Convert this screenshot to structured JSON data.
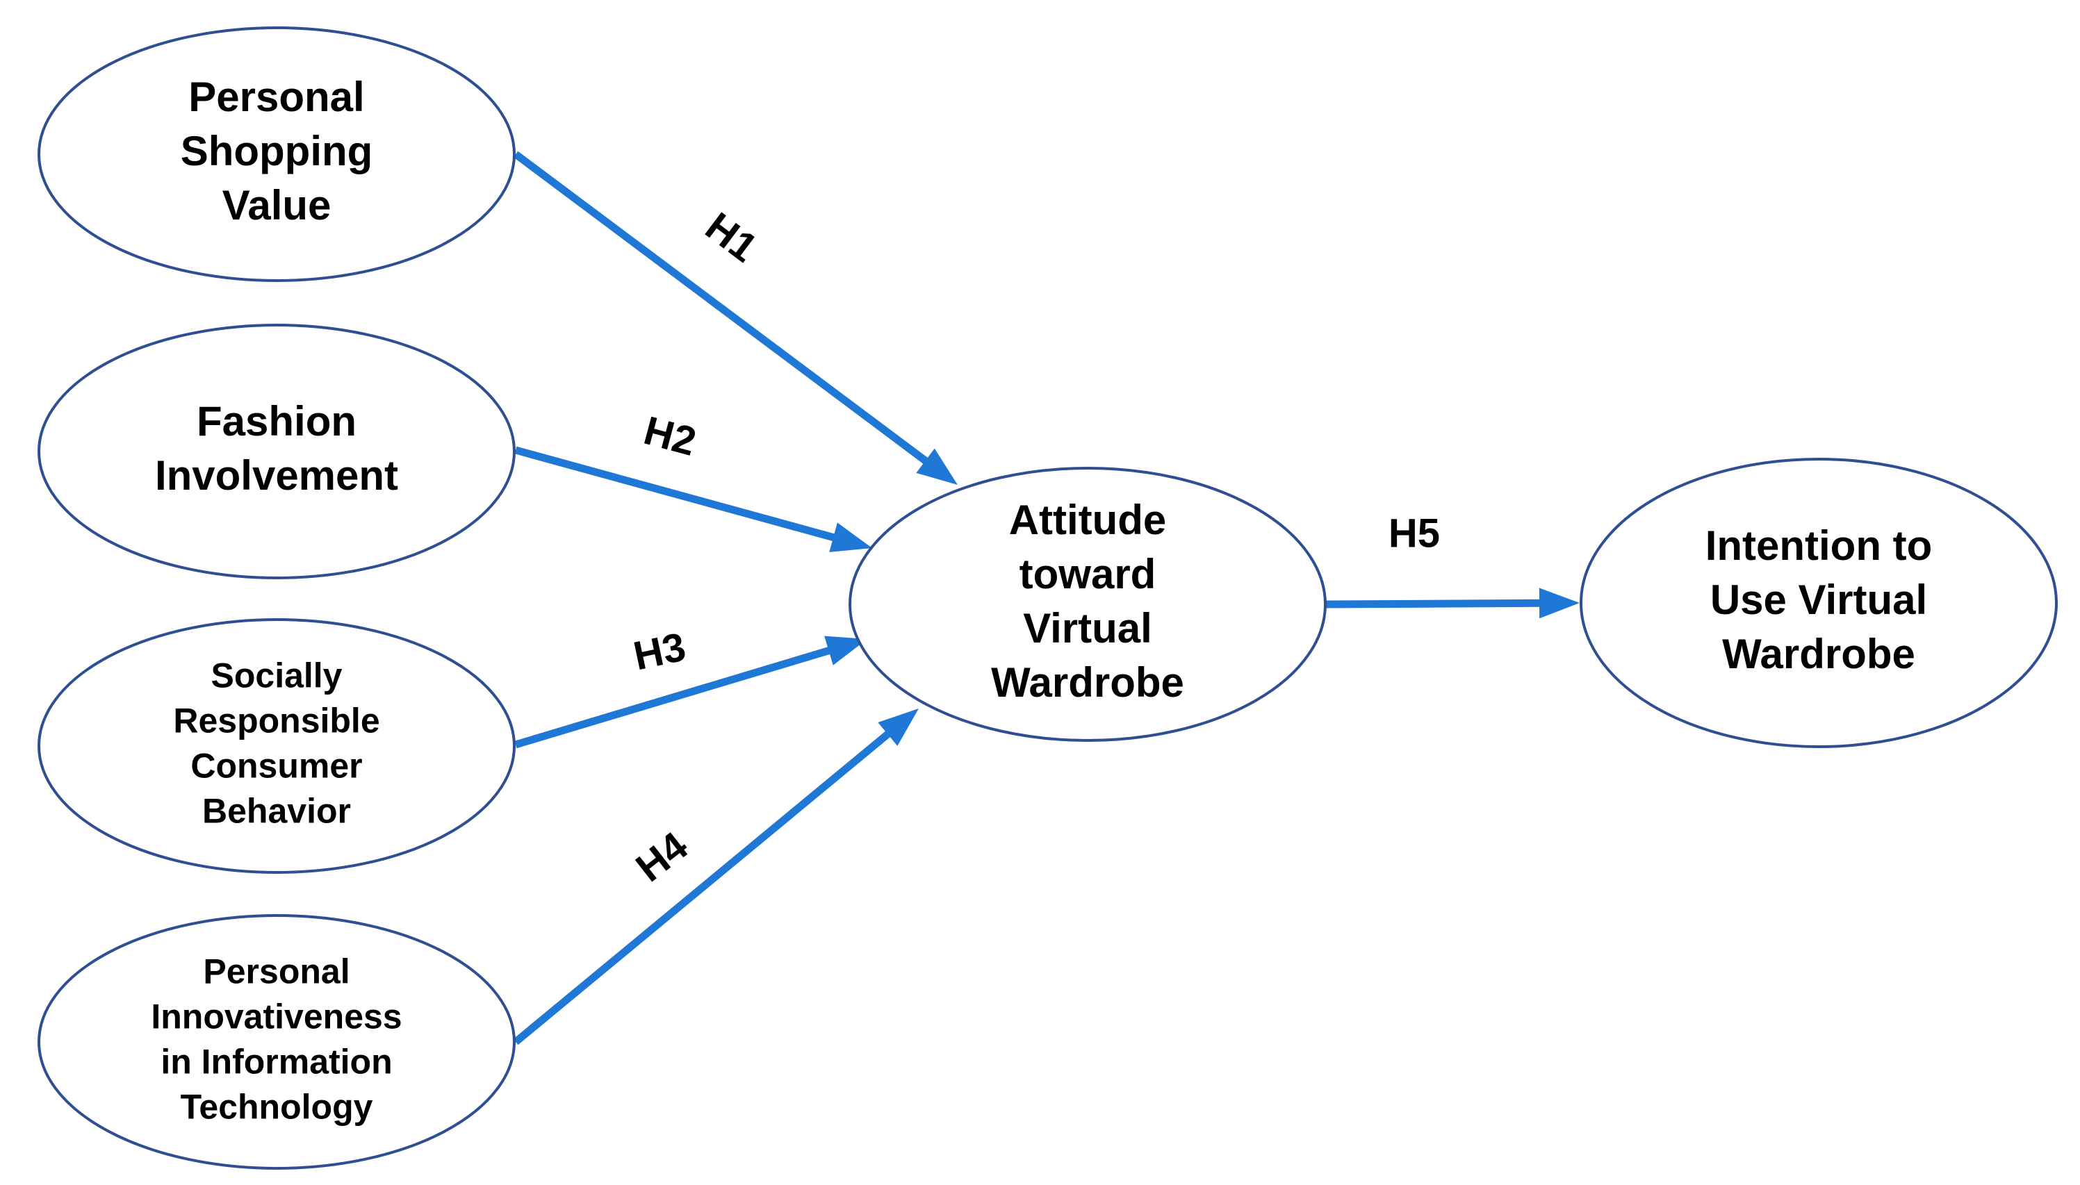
{
  "colors": {
    "arrow": "#1f78d6",
    "node_border": "#2e4f91",
    "text": "#000000",
    "background": "#ffffff"
  },
  "nodes": [
    {
      "id": "personal-shopping-value",
      "lines": [
        "Personal",
        "Shopping",
        "Value"
      ]
    },
    {
      "id": "fashion-involvement",
      "lines": [
        "Fashion",
        "Involvement"
      ]
    },
    {
      "id": "socially-responsible-consumer-behavior",
      "lines": [
        "Socially",
        "Responsible",
        "Consumer",
        "Behavior"
      ]
    },
    {
      "id": "personal-innovativeness-in-it",
      "lines": [
        "Personal",
        "Innovativeness",
        "in Information",
        "Technology"
      ]
    },
    {
      "id": "attitude-toward-virtual-wardrobe",
      "lines": [
        "Attitude",
        "toward",
        "Virtual",
        "Wardrobe"
      ]
    },
    {
      "id": "intention-to-use-virtual-wardrobe",
      "lines": [
        "Intention to",
        "Use Virtual",
        "Wardrobe"
      ]
    }
  ],
  "edges": [
    {
      "from": "personal-shopping-value",
      "to": "attitude-toward-virtual-wardrobe",
      "label": "H1"
    },
    {
      "from": "fashion-involvement",
      "to": "attitude-toward-virtual-wardrobe",
      "label": "H2"
    },
    {
      "from": "socially-responsible-consumer-behavior",
      "to": "attitude-toward-virtual-wardrobe",
      "label": "H3"
    },
    {
      "from": "personal-innovativeness-in-it",
      "to": "attitude-toward-virtual-wardrobe",
      "label": "H4"
    },
    {
      "from": "attitude-toward-virtual-wardrobe",
      "to": "intention-to-use-virtual-wardrobe",
      "label": "H5"
    }
  ]
}
